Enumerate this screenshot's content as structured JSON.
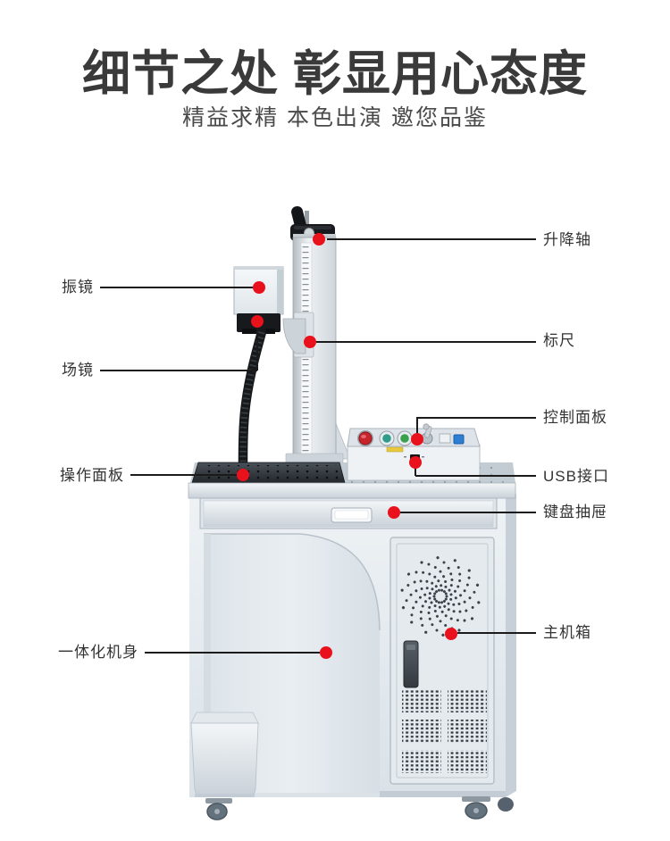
{
  "header": {
    "title": "细节之处 彰显用心态度",
    "subtitle": "精益求精 本色出演 邀您品鉴"
  },
  "callouts": {
    "lifting_axis": "升降轴",
    "ruler": "标尺",
    "control_panel": "控制面板",
    "usb_port": "USB接口",
    "keyboard_drawer": "键盘抽屉",
    "main_case": "主机箱",
    "galvanometer": "振镜",
    "field_lens": "场镜",
    "operation_panel": "操作面板",
    "integrated_body": "一体化机身"
  },
  "colors": {
    "title_text": "#3a3a3a",
    "label_text": "#333333",
    "callout_dot": "#e8111c",
    "callout_line": "#1b1b1b",
    "cabinet_body": "#e7edf1",
    "emergency_button": "#c8242b",
    "power_button_green": "#2e9c8b",
    "start_button_green": "#39a14c",
    "connector_blue": "#2d7fd3"
  }
}
